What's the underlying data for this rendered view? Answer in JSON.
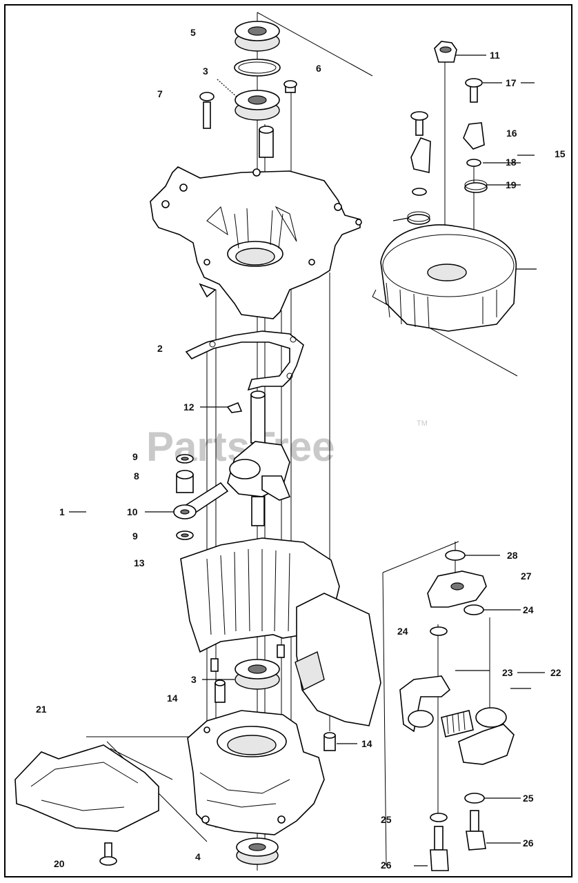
{
  "watermark": {
    "text": "PartsTree",
    "mark": "TM"
  },
  "callouts": {
    "c1": "1",
    "c2": "2",
    "c3a": "3",
    "c3b": "3",
    "c4": "4",
    "c5": "5",
    "c6": "6",
    "c7": "7",
    "c8": "8",
    "c9a": "9",
    "c9b": "9",
    "c10": "10",
    "c11": "11",
    "c12": "12",
    "c13": "13",
    "c14a": "14",
    "c14b": "14",
    "c15": "15",
    "c16": "16",
    "c17": "17",
    "c18": "18",
    "c19": "19",
    "c20": "20",
    "c21": "21",
    "c22": "22",
    "c23": "23",
    "c24a": "24",
    "c24b": "24",
    "c25a": "25",
    "c25b": "25",
    "c26a": "26",
    "c26b": "26",
    "c27": "27",
    "c28": "28"
  }
}
